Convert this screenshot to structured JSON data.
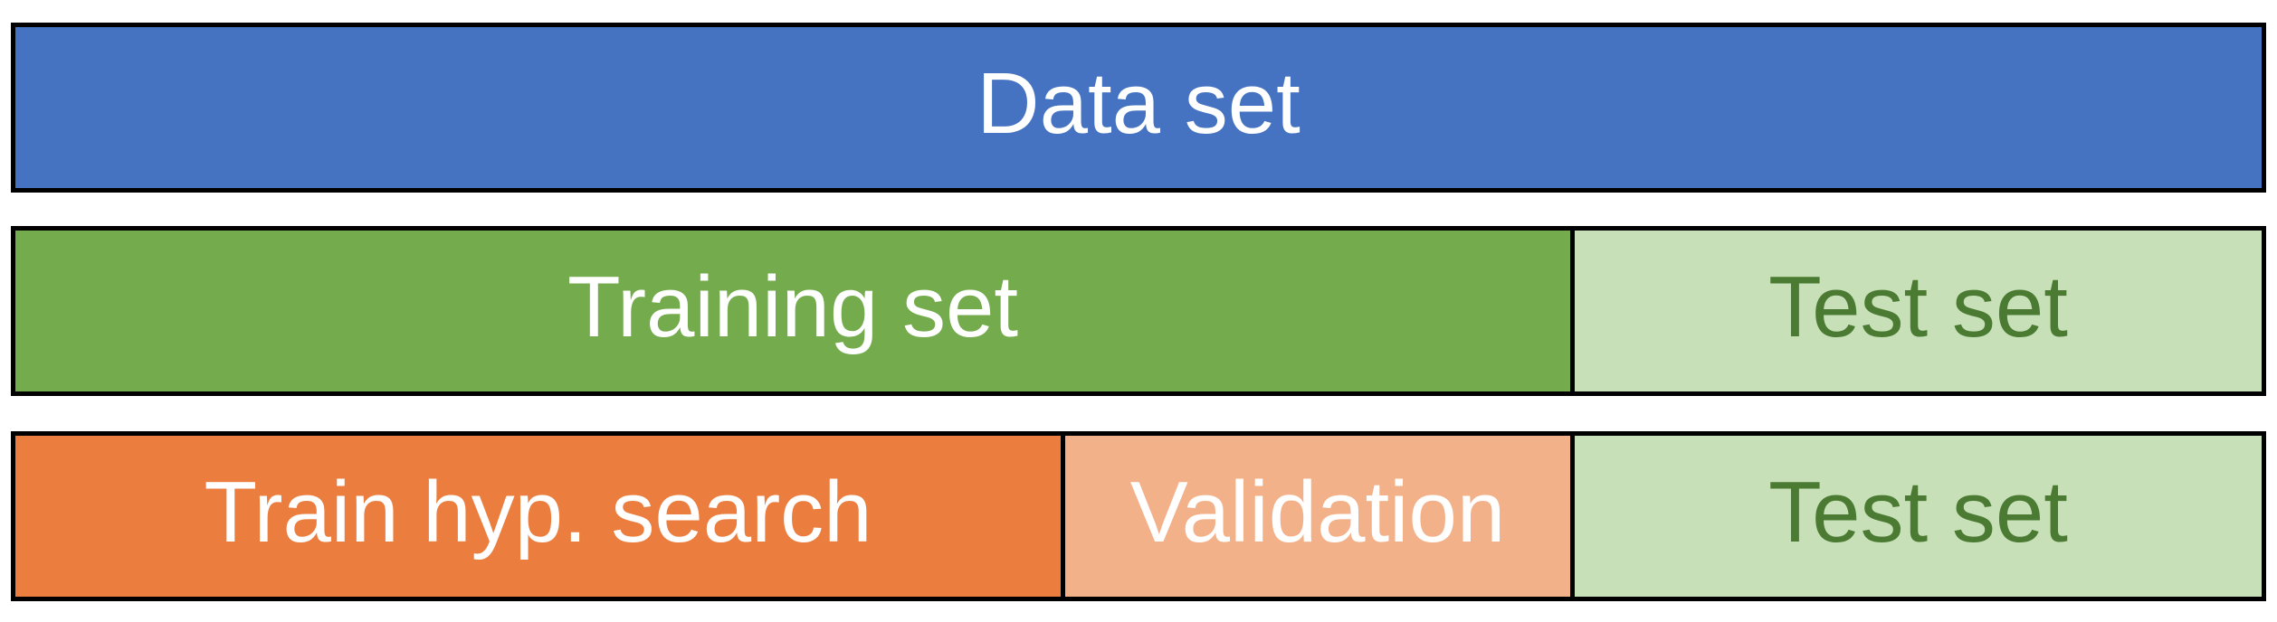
{
  "colors": {
    "dataset_bg": "#4573c2",
    "training_bg": "#74ac4d",
    "test_bg": "#c7e0b8",
    "train_hyp_bg": "#eb7e3f",
    "validation_bg": "#f3b18a",
    "light_text": "#ffffff",
    "dark_green_text": "#4b7b32"
  },
  "rows": {
    "dataset": {
      "label": "Data set"
    },
    "split": {
      "training_label": "Training set",
      "test_label": "Test set"
    },
    "hyperparam": {
      "train_label": "Train hyp. search",
      "validation_label": "Validation",
      "test_label": "Test set"
    }
  }
}
